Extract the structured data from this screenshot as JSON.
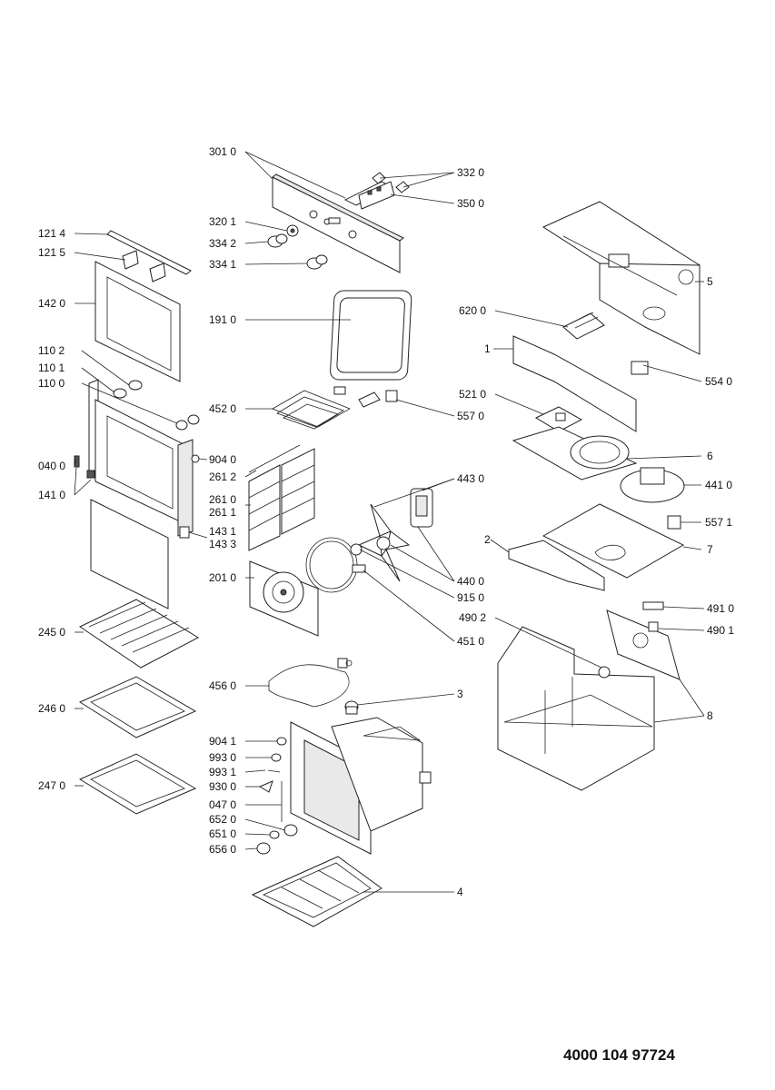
{
  "document_number": "4000 104 97724",
  "labels": {
    "l3010": "301 0",
    "l3320": "332 0",
    "l3500": "350 0",
    "l1214": "121 4",
    "l1215": "121 5",
    "l3201": "320 1",
    "l3342": "334 2",
    "l3341": "334 1",
    "l1420": "142 0",
    "l1910": "191 0",
    "l6200": "620 0",
    "l5": "5",
    "l1": "1",
    "l1102": "110 2",
    "l1101": "110 1",
    "l1100": "110 0",
    "l5540": "554 0",
    "l4520": "452 0",
    "l5210": "521 0",
    "l5570": "557 0",
    "l9040": "904 0",
    "l0400": "040 0",
    "l2612": "261 2",
    "l6": "6",
    "l1410": "141 0",
    "l4430": "443 0",
    "l4410": "441 0",
    "l2610": "261 0",
    "l2611": "261 1",
    "l5571": "557 1",
    "l1431": "143 1",
    "l1433": "143 3",
    "l2": "2",
    "l7": "7",
    "l2010": "201 0",
    "l4400": "440 0",
    "l9150": "915 0",
    "l4910": "491 0",
    "l2450": "245 0",
    "l4902": "490 2",
    "l4901": "490 1",
    "l4510": "451 0",
    "l4560": "456 0",
    "l3": "3",
    "l2460": "246 0",
    "l8": "8",
    "l9041": "904 1",
    "l9930": "993 0",
    "l9931": "993 1",
    "l9300": "930 0",
    "l2470": "247 0",
    "l0470": "047 0",
    "l6520": "652 0",
    "l6510": "651 0",
    "l6560": "656 0",
    "l4": "4"
  }
}
